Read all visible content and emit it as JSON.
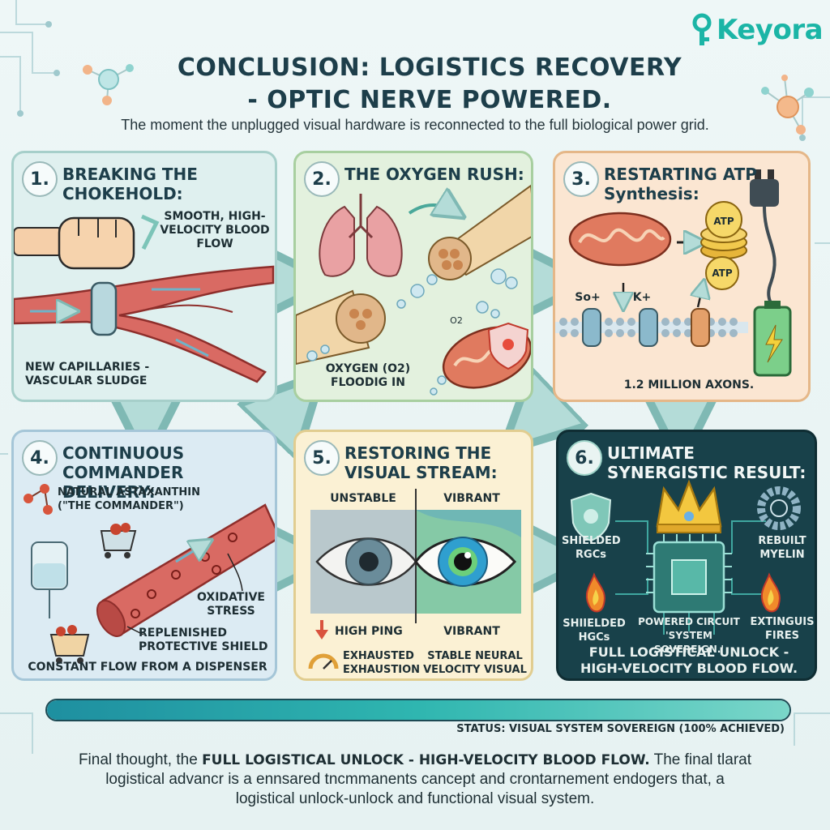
{
  "brand": {
    "name": "Keyora",
    "color": "#1bb5a6"
  },
  "header": {
    "title_line1": "CONCLUSION: LOGISTICS RECOVERY",
    "title_line2": "- OPTIC NERVE POWERED.",
    "subtitle": "The moment the unplugged visual hardware is reconnected to the full biological power grid."
  },
  "panels": [
    {
      "number": "1.",
      "title": "BREAKING THE CHOKEHOLD:",
      "labels": {
        "flow": "SMOOTH, HIGH-VELOCITY BLOOD FLOW",
        "capillaries": "NEW CAPILLARIES - VASCULAR SLUDGE"
      }
    },
    {
      "number": "2.",
      "title": "THE OXYGEN RUSH:",
      "labels": {
        "oxygen": "OXYGEN (O2) FLOODIG IN",
        "o2_bubble": "O2"
      }
    },
    {
      "number": "3.",
      "title": "RESTARTING ATP Synthesis:",
      "labels": {
        "atp1": "ATP",
        "atp2": "ATP",
        "na": "So+",
        "k": "K+",
        "axons": "1.2 MILLION AXONS."
      }
    },
    {
      "number": "4.",
      "title": "CONTINUOUS COMMANDER DELIVERY:",
      "labels": {
        "astaxanthin": "NATURAL ASTAXANTHIN (\"THE COMMANDER\")",
        "oxidative": "OXIDATIVE STRESS",
        "replenished": "REPLENISHED PROTECTIVE SHIELD",
        "constant": "CONSTANT FLOW FROM A DISPENSER"
      }
    },
    {
      "number": "5.",
      "title": "RESTORING THE VISUAL STREAM:",
      "labels": {
        "unstable": "UNSTABLE",
        "vibrant_top": "VIBRANT",
        "high_ping": "HIGH PING",
        "vibrant_bottom": "VIBRANT",
        "exhausted": "EXHAUSTED EXHAUSTION",
        "stable": "STABLE NEURAL VELOCITY VISUAL"
      }
    },
    {
      "number": "6.",
      "title": "ULTIMATE SYNERGISTIC RESULT:",
      "labels": {
        "shielded_top": "SHIELDED RGCs",
        "rebuilt": "REBUILT MYELIN",
        "shielded_bottom": "SHIIELDED HGCs",
        "powered": "POWERED CIRCUIT 'SYSTEM SOVEREIGN.'",
        "extinguis": "EXTINGUIS FIRES",
        "full_unlock": "FULL LOGISTICAL UNLOCK - HIGH-VELOCITY BLOOD FLOW."
      }
    }
  ],
  "status": {
    "text": "STATUS: VISUAL SYSTEM SOVEREIGN (100% ACHIEVED)",
    "progress": 1.0
  },
  "final": {
    "prefix": "Final thought, the",
    "bold": "FULL LOGISTICAL UNLOCK - HIGH-VELOCITY BLOOD FLOW.",
    "rest1": "The final tlarat",
    "line2": "logistical advancr is a ennsared tncmmanents cancept and crontarnement endogers that, a",
    "line3": "logistical unlock-unlock and functional visual system."
  }
}
